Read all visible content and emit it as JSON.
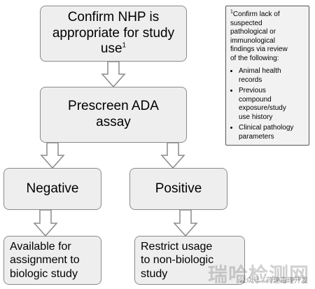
{
  "boxes": {
    "confirm": {
      "line1": "Confirm NHP is",
      "line2": "appropriate for study",
      "line3": "use",
      "sup": "1"
    },
    "prescreen": {
      "line1": "Prescreen ADA",
      "line2": "assay"
    },
    "negative": {
      "label": "Negative"
    },
    "positive": {
      "label": "Positive"
    },
    "available": {
      "line1": "Available for",
      "line2": "assignment to",
      "line3": "biologic study"
    },
    "restrict": {
      "line1": "Restrict usage",
      "line2": "to non-biologic",
      "line3": "study"
    }
  },
  "footnote": {
    "sup": "1",
    "head_lines": [
      "Confirm lack of",
      "suspected",
      "pathological or",
      "immunological",
      "findings via review",
      "of the following:"
    ],
    "items": [
      {
        "lines": [
          "Animal health",
          "records"
        ]
      },
      {
        "lines": [
          "Previous",
          "compound",
          "exposure/study",
          "use history"
        ]
      },
      {
        "lines": [
          "Clinical pathology",
          "parameters"
        ]
      }
    ]
  },
  "watermark": {
    "main": "瑞哈检测网",
    "sub": "公众号 · 药理毒理开发"
  },
  "colors": {
    "box_fill": "#eeeeee",
    "box_border": "#8a8a8a",
    "arrow_fill": "#ffffff",
    "arrow_stroke": "#8a8a8a"
  }
}
